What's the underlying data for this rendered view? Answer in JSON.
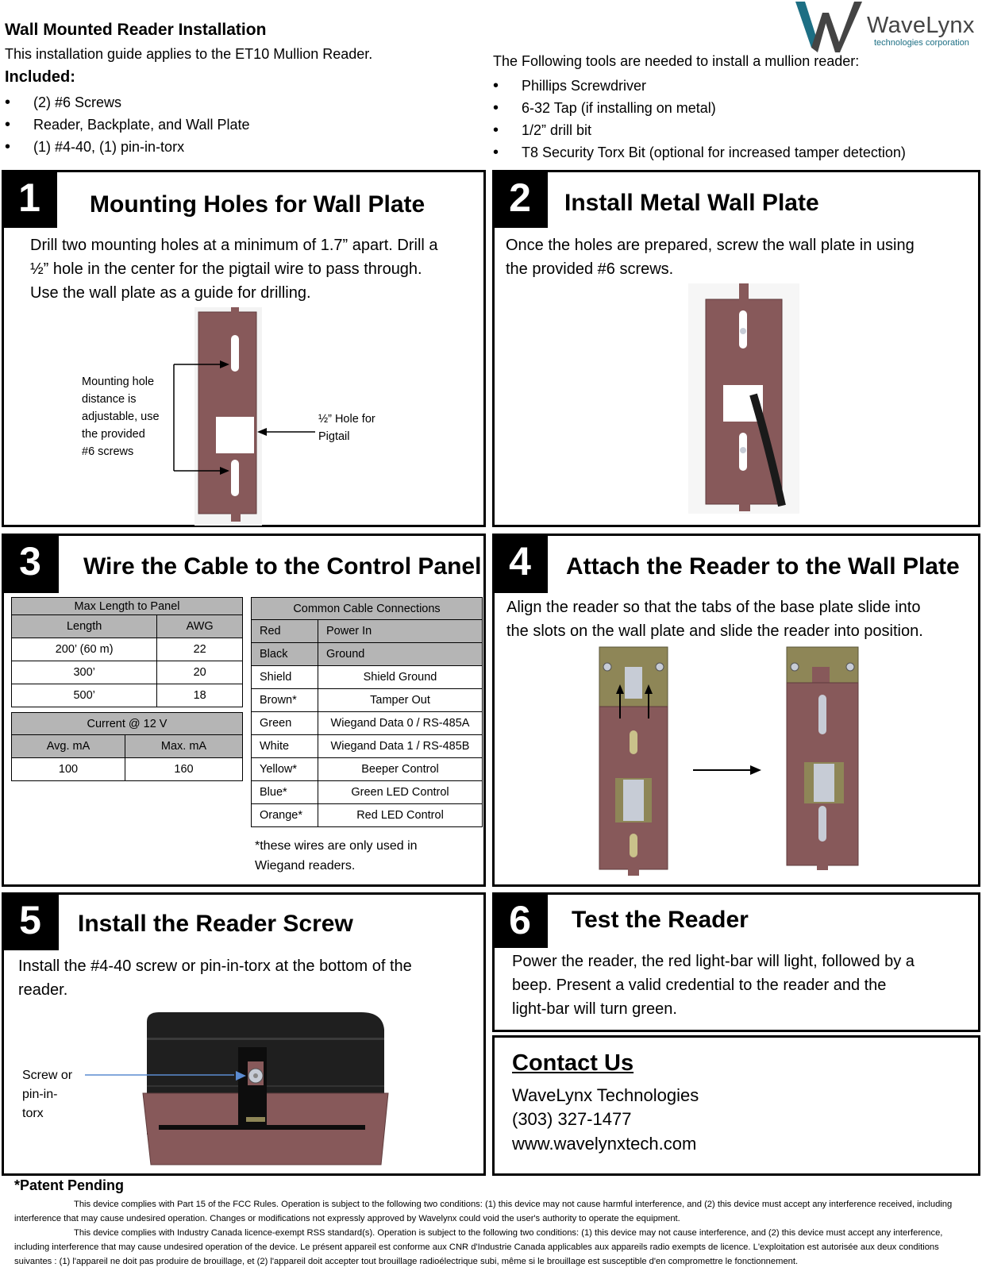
{
  "header": {
    "title": "Wall Mounted Reader Installation",
    "subtitle": "This installation guide applies to the ET10 Mullion Reader.",
    "included_label": "Included:",
    "included_items": [
      "(2) #6 Screws",
      "Reader, Backplate, and Wall Plate",
      "(1) #4-40, (1) pin-in-torx"
    ],
    "tools_intro": "The Following tools are needed to install a mullion reader:",
    "tools": [
      "Phillips Screwdriver",
      "6-32 Tap (if installing on metal)",
      "1/2” drill bit",
      "T8 Security Torx Bit (optional for increased tamper detection)"
    ]
  },
  "logo": {
    "name": "WaveLynx",
    "tagline": "technologies corporation",
    "icon": "wavelynx-logo-icon"
  },
  "colors": {
    "plate": "#87595a",
    "plate_edge": "#5f3c3d",
    "olive": "#8e8657",
    "gray_header": "#b5b5b5",
    "reader_body": "#1f1f1f",
    "steel": "#c7ccd6",
    "logo_teal": "#1d6f84"
  },
  "sections": [
    {
      "number": "1",
      "title": "Mounting Holes for Wall Plate",
      "body": [
        "Drill two mounting holes at a minimum of 1.7” apart. Drill a",
        "½” hole in the center for the pigtail wire to pass through.",
        "Use the wall plate as a guide for drilling."
      ],
      "callout_left": [
        "Mounting hole",
        "distance is",
        "adjustable, use",
        "the provided",
        "#6 screws"
      ],
      "callout_right": [
        "½” Hole for",
        "Pigtail"
      ]
    },
    {
      "number": "2",
      "title": "Install Metal Wall Plate",
      "body": [
        "Once the holes are prepared, screw the wall plate in using",
        "the provided #6 screws."
      ]
    },
    {
      "number": "3",
      "title": "Wire the Cable to the Control Panel",
      "max_length_table": {
        "caption": "Max Length to Panel",
        "columns": [
          "Length",
          "AWG"
        ],
        "rows": [
          [
            "200’ (60 m)",
            "22"
          ],
          [
            "300’",
            "20"
          ],
          [
            "500’",
            "18"
          ]
        ]
      },
      "current_table": {
        "caption": "Current @ 12 V",
        "columns": [
          "Avg. mA",
          "Max. mA"
        ],
        "rows": [
          [
            "100",
            "160"
          ]
        ]
      },
      "connections_table": {
        "caption": "Common Cable Connections",
        "rows": [
          [
            "Red",
            "Power In"
          ],
          [
            "Black",
            "Ground"
          ],
          [
            "Shield",
            "Shield Ground"
          ],
          [
            "Brown*",
            "Tamper Out"
          ],
          [
            "Green",
            "Wiegand Data 0 / RS-485A"
          ],
          [
            "White",
            "Wiegand Data 1 / RS-485B"
          ],
          [
            "Yellow*",
            "Beeper Control"
          ],
          [
            "Blue*",
            "Green LED Control"
          ],
          [
            "Orange*",
            "Red LED Control"
          ]
        ]
      },
      "note": [
        "*these wires are only used in",
        "Wiegand readers."
      ]
    },
    {
      "number": "4",
      "title": "Attach the Reader to the Wall Plate",
      "body": [
        "Align the reader so that the tabs of the base plate slide into",
        "the slots on the wall plate and slide the reader into position."
      ]
    },
    {
      "number": "5",
      "title": "Install the Reader Screw",
      "body": [
        "Install the #4-40 screw or pin-in-torx at the bottom of the",
        "reader."
      ],
      "callout": [
        "Screw or",
        "pin-in-",
        "torx"
      ]
    },
    {
      "number": "6",
      "title": "Test the Reader",
      "body": [
        "Power the reader, the red light-bar will light, followed by a",
        "beep. Present a valid credential to the reader and the",
        "light-bar will turn green."
      ]
    }
  ],
  "contact": {
    "heading": "Contact Us",
    "company": "WaveLynx Technologies",
    "phone": "(303) 327-1477",
    "website": "www.wavelynxtech.com"
  },
  "footer": {
    "patent": "*Patent Pending",
    "fcc": "This device complies with Part 15 of the FCC Rules.  Operation is subject to the following two conditions:  (1)  this device may not cause harmful interference, and (2)  this device must accept any interference received, including interference that may cause undesired operation. Changes or modifications not expressly approved by Wavelynx could void the user's authority to operate the equipment.",
    "ic": "This device complies with Industry Canada licence-exempt RSS standard(s). Operation is subject to the following two conditions: (1) this device may not cause interference, and (2) this device must accept any interference, including interference that may cause undesired operation of the device. Le présent appareil est conforme aux CNR d'Industrie Canada applicables aux appareils radio exempts de licence. L'exploitation est autorisée aux deux conditions suivantes : (1) l'appareil ne doit pas produire de brouillage, et (2) l'appareil doit accepter tout brouillage radioélectrique subi, même si le brouillage est susceptible d'en compromettre le fonctionnement."
  }
}
